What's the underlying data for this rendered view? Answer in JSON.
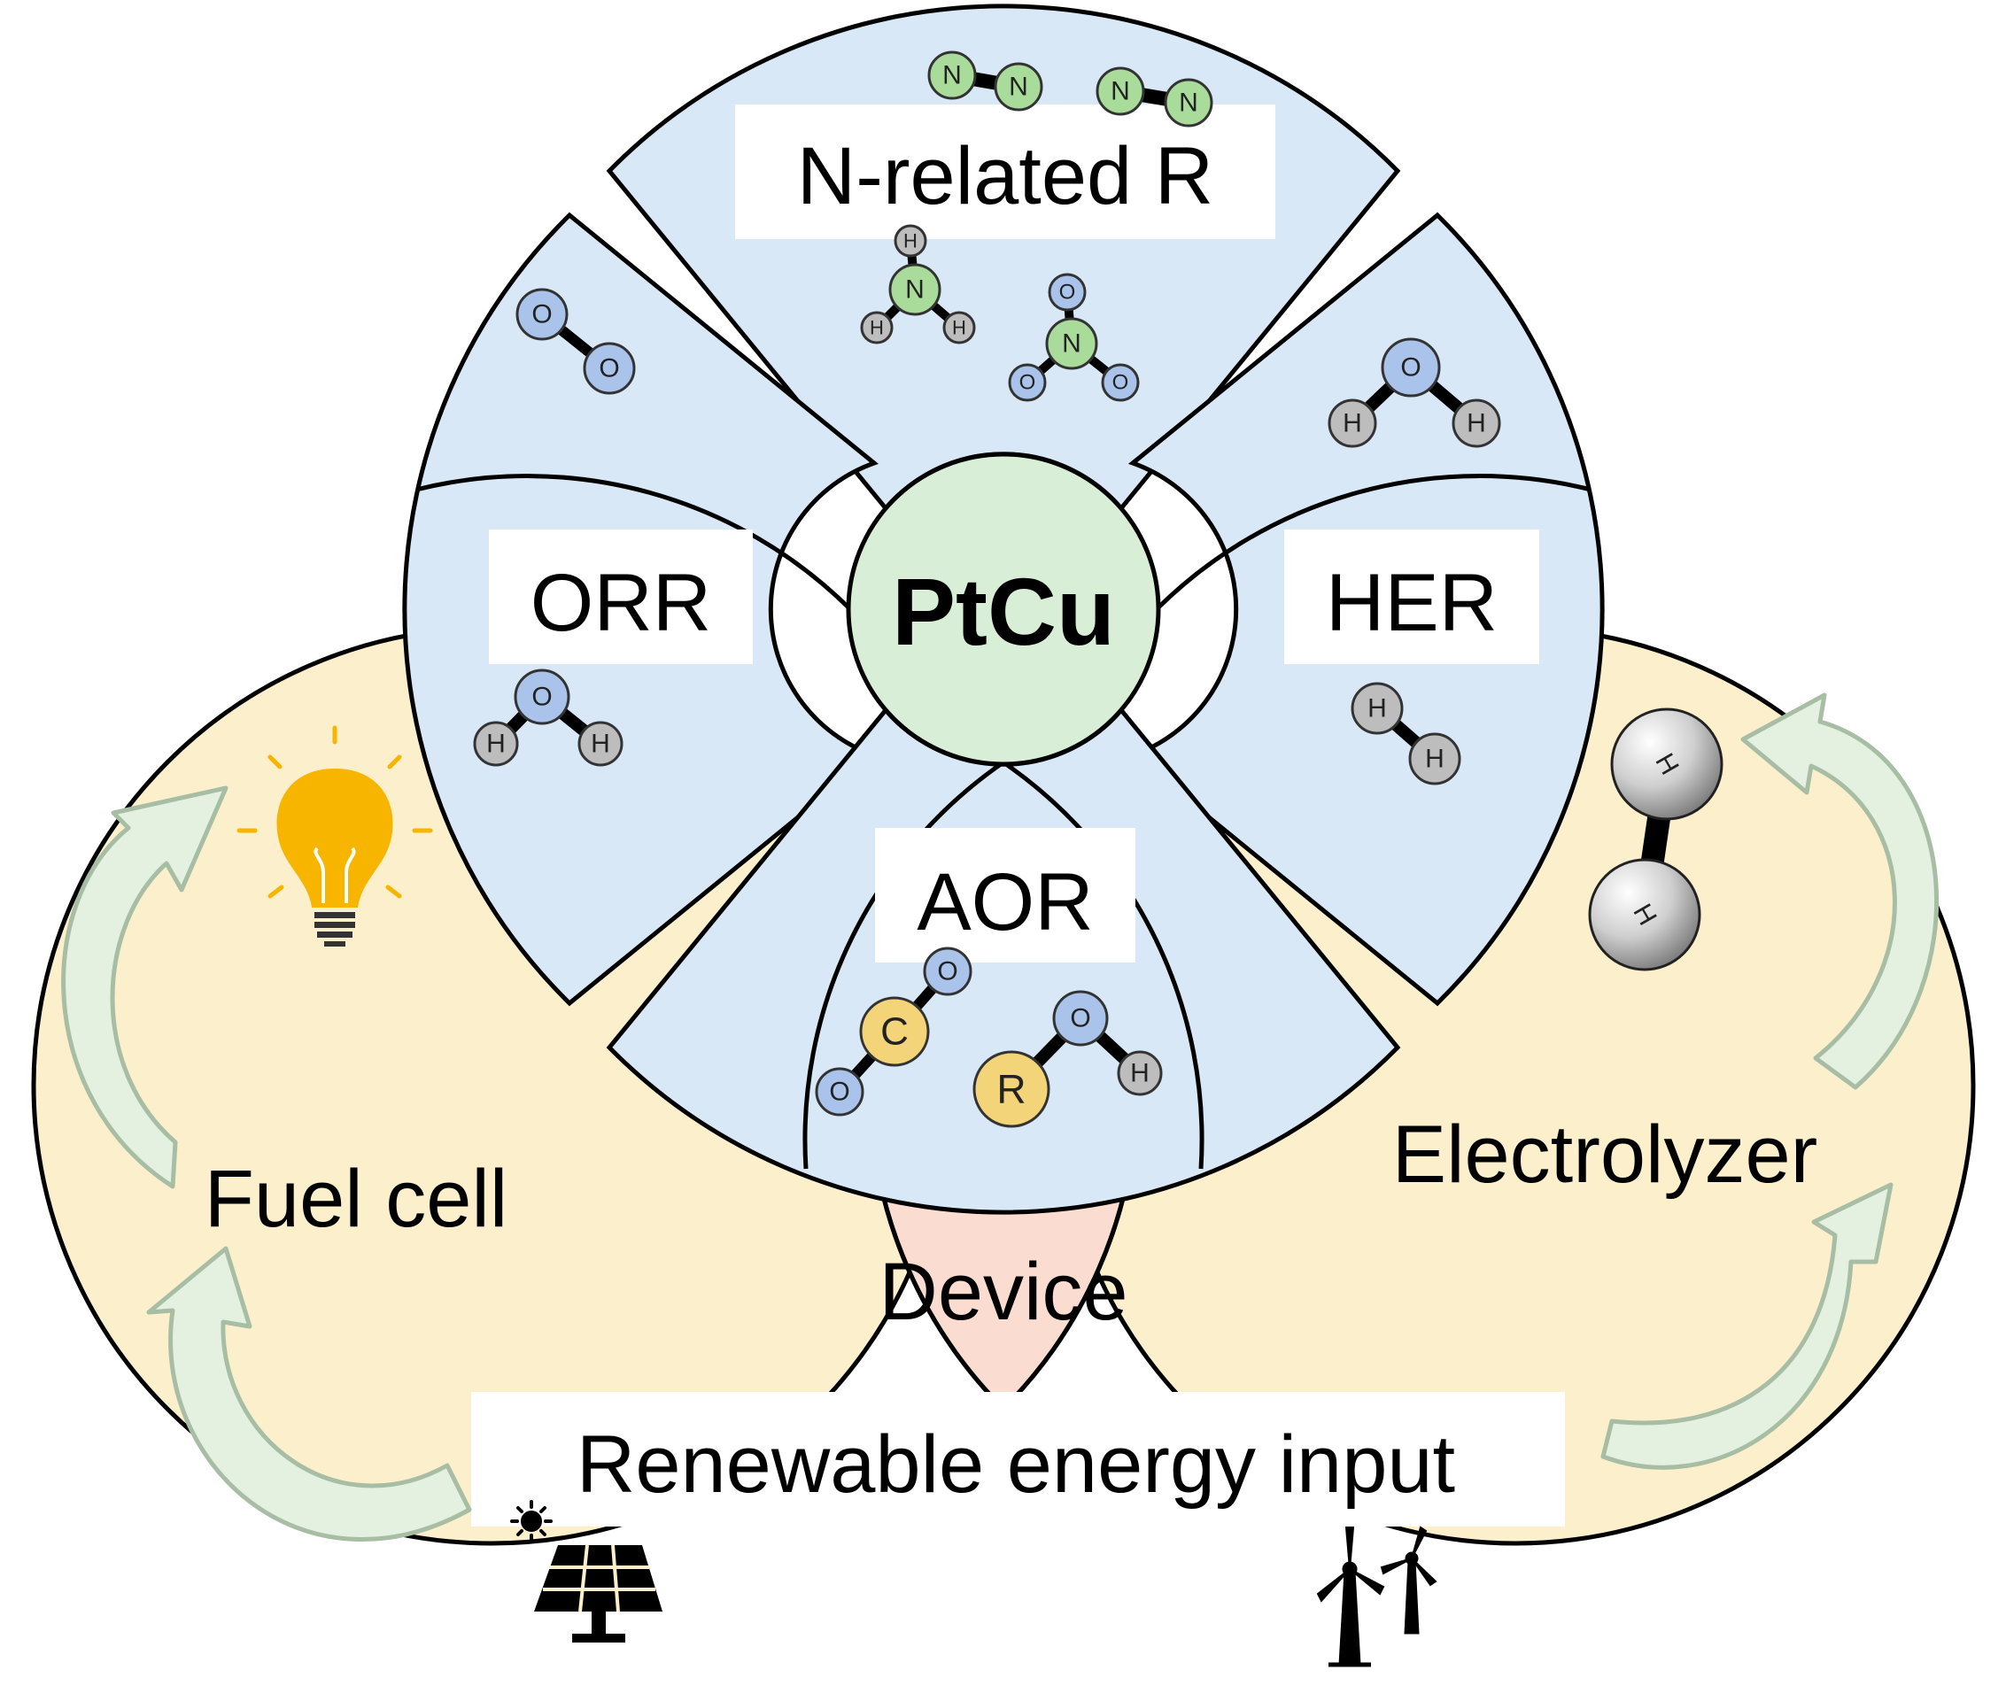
{
  "center": {
    "label": "PtCu",
    "color": "#d8eed7"
  },
  "sectors": {
    "top": {
      "label": "N-related R"
    },
    "left": {
      "label": "ORR"
    },
    "right": {
      "label": "HER"
    },
    "bottom": {
      "label": "AOR"
    }
  },
  "circles": {
    "left": {
      "label": "Fuel cell"
    },
    "right": {
      "label": "Electrolyzer"
    },
    "lens": {
      "label": "Device"
    }
  },
  "bottom_banner": {
    "label": "Renewable energy input"
  },
  "colors": {
    "sector_fill": "#d9e8f6",
    "circle_fill": "#fcefcb",
    "lens_fill": "#fbdcd0",
    "arrow_fill": "#e4f1e0",
    "arrow_stroke": "#a7bda4",
    "atom_N": "#a9dc9b",
    "atom_O": "#a9c3ea",
    "atom_H": "#bdbdbd",
    "atom_C": "#f4d479",
    "bulb": "#f7b500"
  },
  "atoms": {
    "N": "N",
    "O": "O",
    "H": "H",
    "C": "C",
    "R": "R"
  },
  "icons": [
    "light-bulb-icon",
    "solar-panel-icon",
    "wind-turbine-icon",
    "sun-icon"
  ]
}
